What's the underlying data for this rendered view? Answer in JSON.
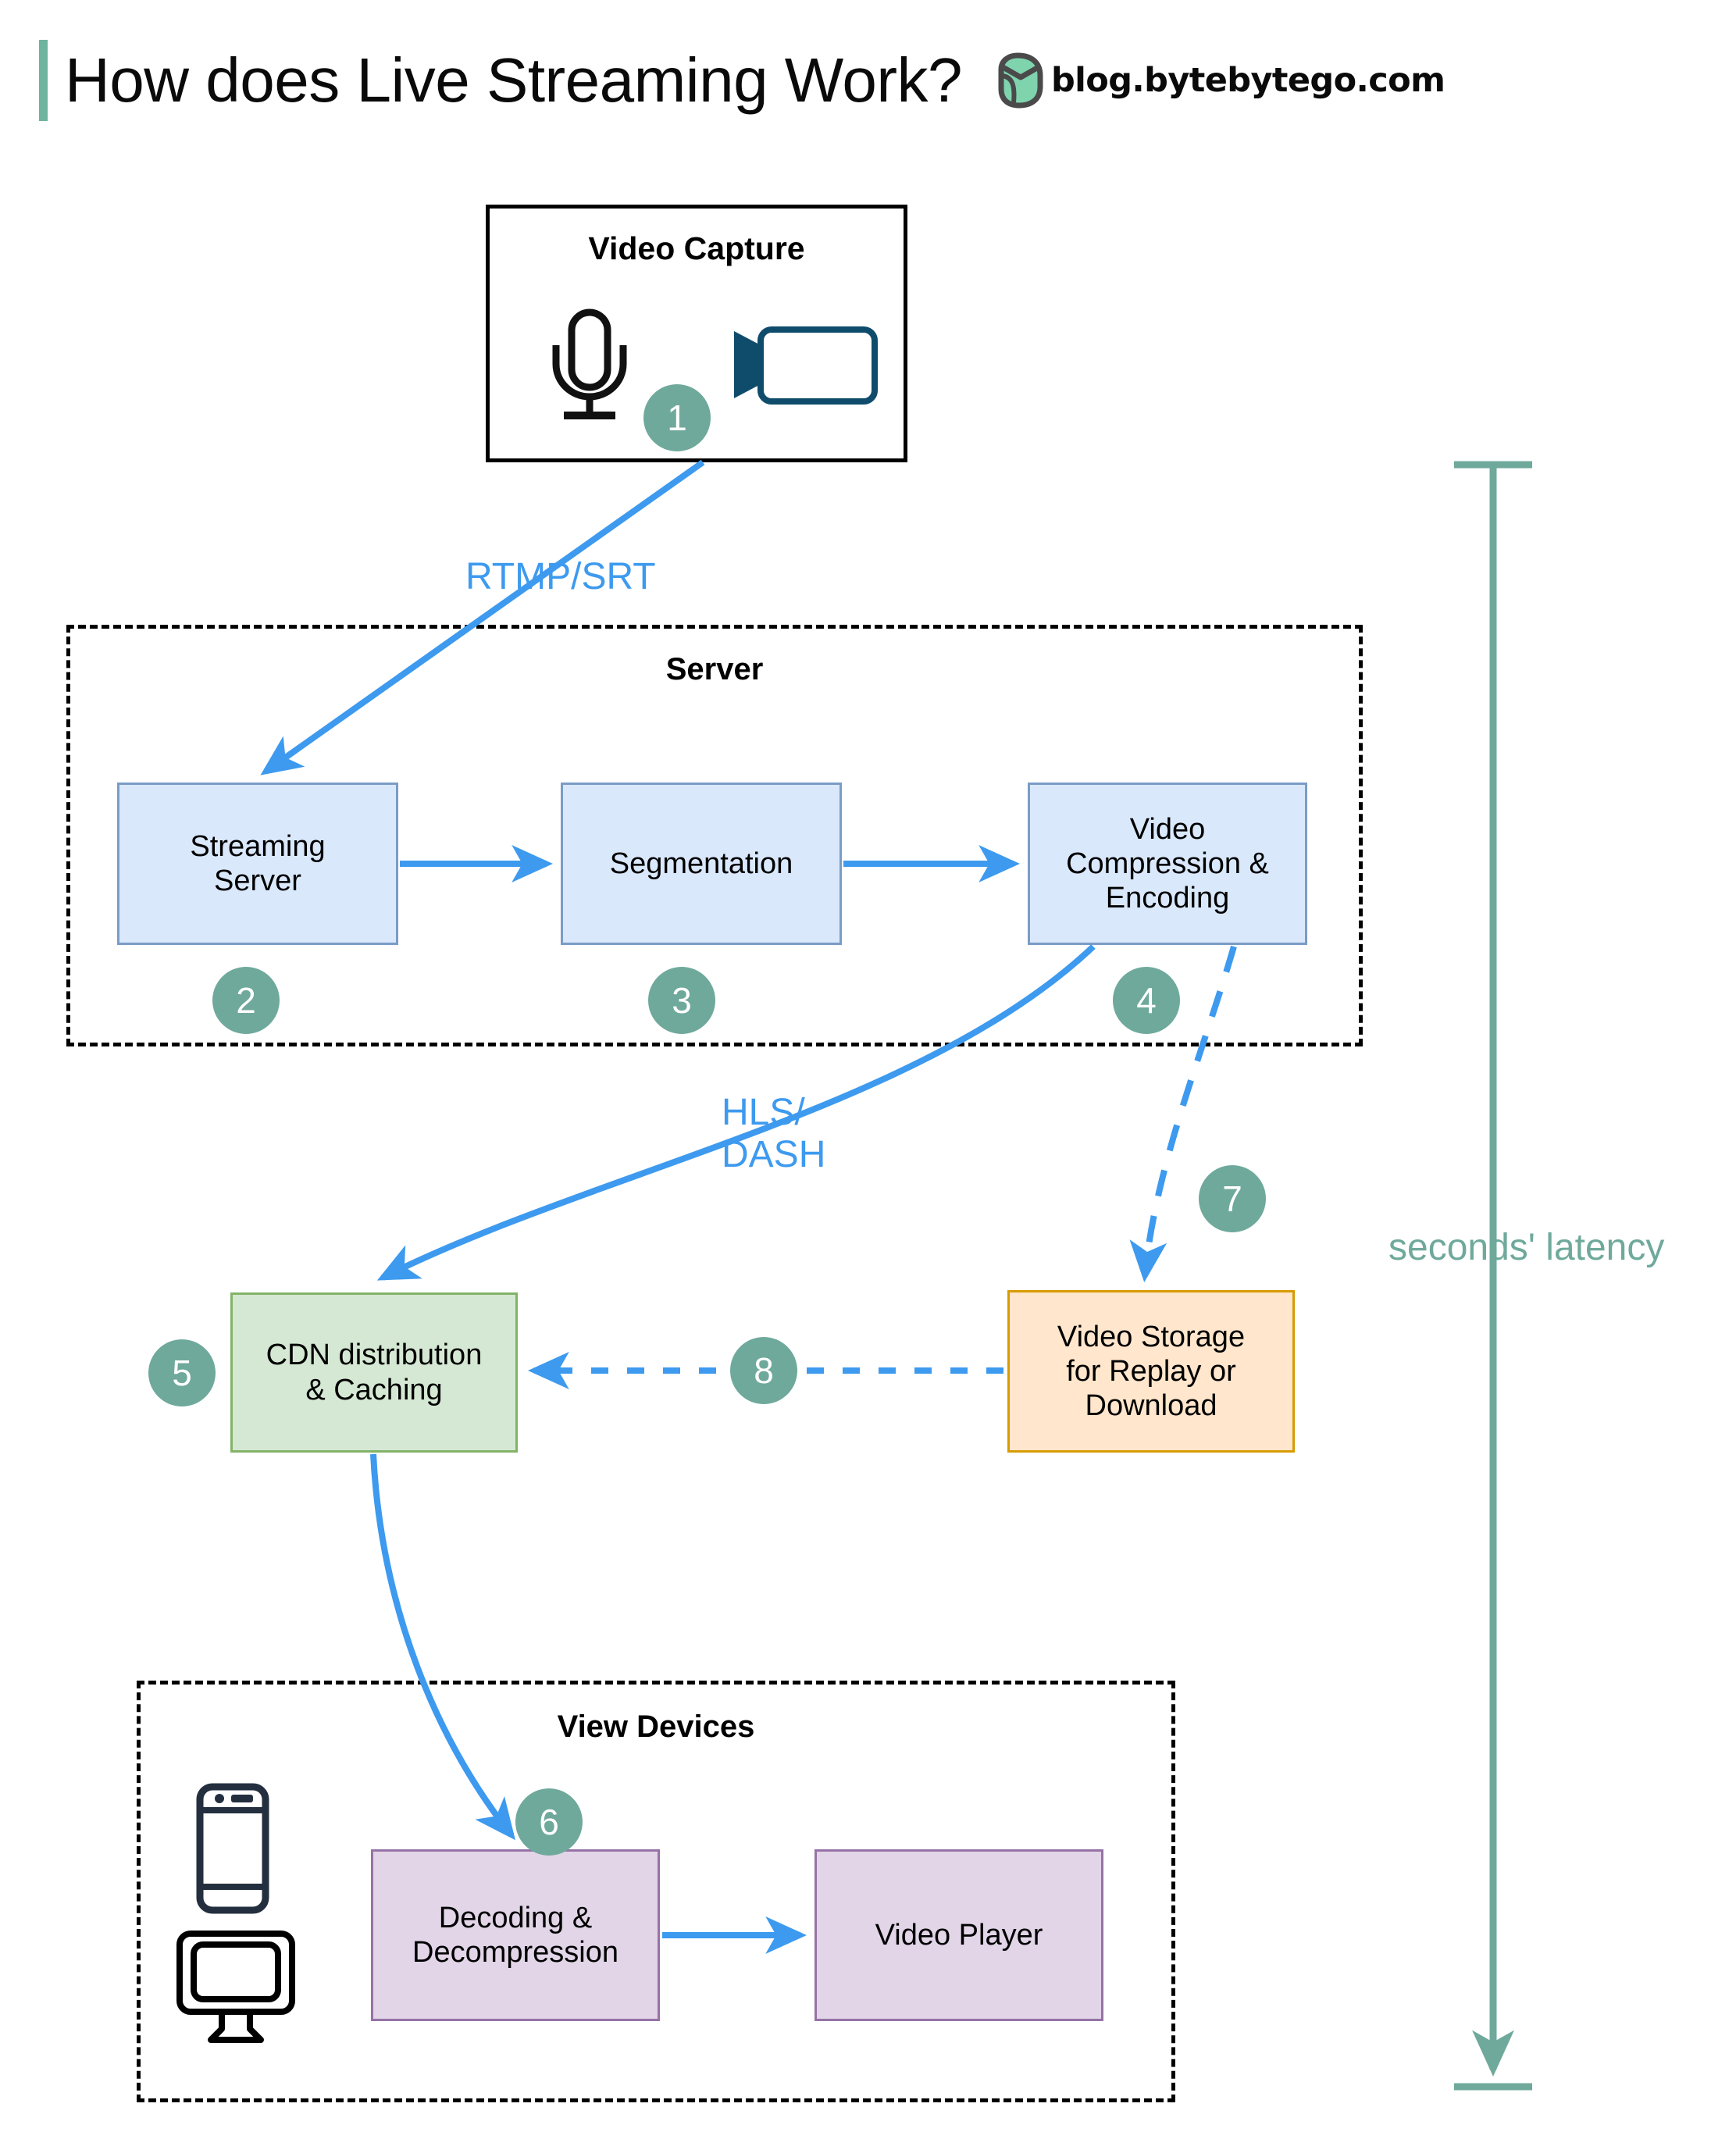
{
  "header": {
    "title": "How does Live Streaming Work?",
    "brand_text": "blog.bytebytego.com",
    "brand_logo_icon": "bytebytego-owl-logo-icon",
    "accent_color": "#6FB49F"
  },
  "theme": {
    "badge_color": "#6FA99B",
    "arrow_blue": "#3D9AEF",
    "latency_teal": "#6FA99B",
    "blue_box_fill": "#dae8fc",
    "blue_box_border": "#7a9cc6",
    "green_box_fill": "#d5e8d4",
    "green_box_border": "#82b366",
    "orange_box_fill": "#ffe6cc",
    "orange_box_border": "#d79b00",
    "purple_box_fill": "#e1d5e7",
    "purple_box_border": "#9673a6",
    "camera_icon_color": "#0F4C6B",
    "phone_icon_color": "#232F3E"
  },
  "groups": {
    "capture": {
      "title": "Video Capture"
    },
    "server": {
      "title": "Server"
    },
    "view_devices": {
      "title": "View Devices"
    }
  },
  "icons": {
    "microphone": "microphone-icon",
    "video_camera": "video-camera-icon",
    "smartphone": "smartphone-icon",
    "monitor": "desktop-monitor-icon"
  },
  "nodes": [
    {
      "id": "streaming-server",
      "label": "Streaming\nServer",
      "step": "2",
      "color": "blue"
    },
    {
      "id": "segmentation",
      "label": "Segmentation",
      "step": "3",
      "color": "blue"
    },
    {
      "id": "video-compression",
      "label": "Video\nCompression &\nEncoding",
      "step": "4",
      "color": "blue"
    },
    {
      "id": "cdn-distribution",
      "label": "CDN distribution\n& Caching",
      "step": "5",
      "color": "green"
    },
    {
      "id": "video-storage",
      "label": "Video Storage\nfor Replay or\nDownload",
      "step": "7",
      "color": "orange"
    },
    {
      "id": "decoding",
      "label": "Decoding &\nDecompression",
      "step": "6",
      "color": "purple"
    },
    {
      "id": "video-player",
      "label": "Video Player",
      "step": "",
      "color": "purple"
    }
  ],
  "node_labels": {
    "streaming_server": "Streaming\nServer",
    "segmentation": "Segmentation",
    "video_compression": "Video\nCompression &\nEncoding",
    "cdn_distribution": "CDN distribution\n& Caching",
    "video_storage": "Video Storage\nfor Replay or\nDownload",
    "decoding": "Decoding &\nDecompression",
    "video_player": "Video Player"
  },
  "steps": {
    "s1": "1",
    "s2": "2",
    "s3": "3",
    "s4": "4",
    "s5": "5",
    "s6": "6",
    "s7": "7",
    "s8": "8"
  },
  "edge_labels": {
    "rtmp_srt": "RTMP/SRT",
    "hls_line1": "HLS/",
    "hls_line2": "DASH"
  },
  "annotations": {
    "latency": "seconds' latency"
  },
  "chart_data": {
    "type": "diagram",
    "title": "How does Live Streaming Work?",
    "nodes": [
      "Video Capture",
      "Streaming Server",
      "Segmentation",
      "Video Compression & Encoding",
      "CDN distribution & Caching",
      "Video Storage for Replay or Download",
      "Decoding & Decompression",
      "Video Player"
    ],
    "edges": [
      {
        "from": "Video Capture",
        "to": "Streaming Server",
        "label": "RTMP/SRT",
        "style": "solid",
        "step": "1"
      },
      {
        "from": "Streaming Server",
        "to": "Segmentation",
        "label": "",
        "style": "solid",
        "step": "2"
      },
      {
        "from": "Segmentation",
        "to": "Video Compression & Encoding",
        "label": "",
        "style": "solid",
        "step": "3"
      },
      {
        "from": "Video Compression & Encoding",
        "to": "CDN distribution & Caching",
        "label": "HLS/DASH",
        "style": "solid",
        "step": "4"
      },
      {
        "from": "Video Compression & Encoding",
        "to": "Video Storage for Replay or Download",
        "label": "",
        "style": "dashed",
        "step": "7"
      },
      {
        "from": "Video Storage for Replay or Download",
        "to": "CDN distribution & Caching",
        "label": "",
        "style": "dashed",
        "step": "8"
      },
      {
        "from": "CDN distribution & Caching",
        "to": "Decoding & Decompression",
        "label": "",
        "style": "solid",
        "step": "6"
      },
      {
        "from": "Decoding & Decompression",
        "to": "Video Player",
        "label": "",
        "style": "solid",
        "step": ""
      }
    ],
    "annotation": "seconds' latency"
  }
}
